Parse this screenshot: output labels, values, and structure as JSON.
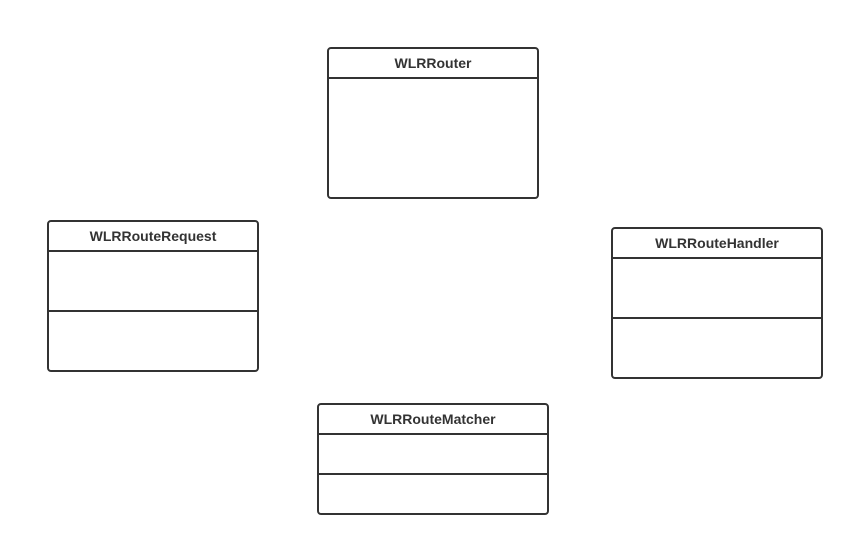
{
  "diagram": {
    "classes": [
      {
        "id": "router",
        "name": "WLRRouter"
      },
      {
        "id": "request",
        "name": "WLRRouteRequest"
      },
      {
        "id": "handler",
        "name": "WLRRouteHandler"
      },
      {
        "id": "matcher",
        "name": "WLRRouteMatcher"
      }
    ]
  },
  "colors": {
    "stroke": "#333333",
    "background": "#ffffff"
  }
}
